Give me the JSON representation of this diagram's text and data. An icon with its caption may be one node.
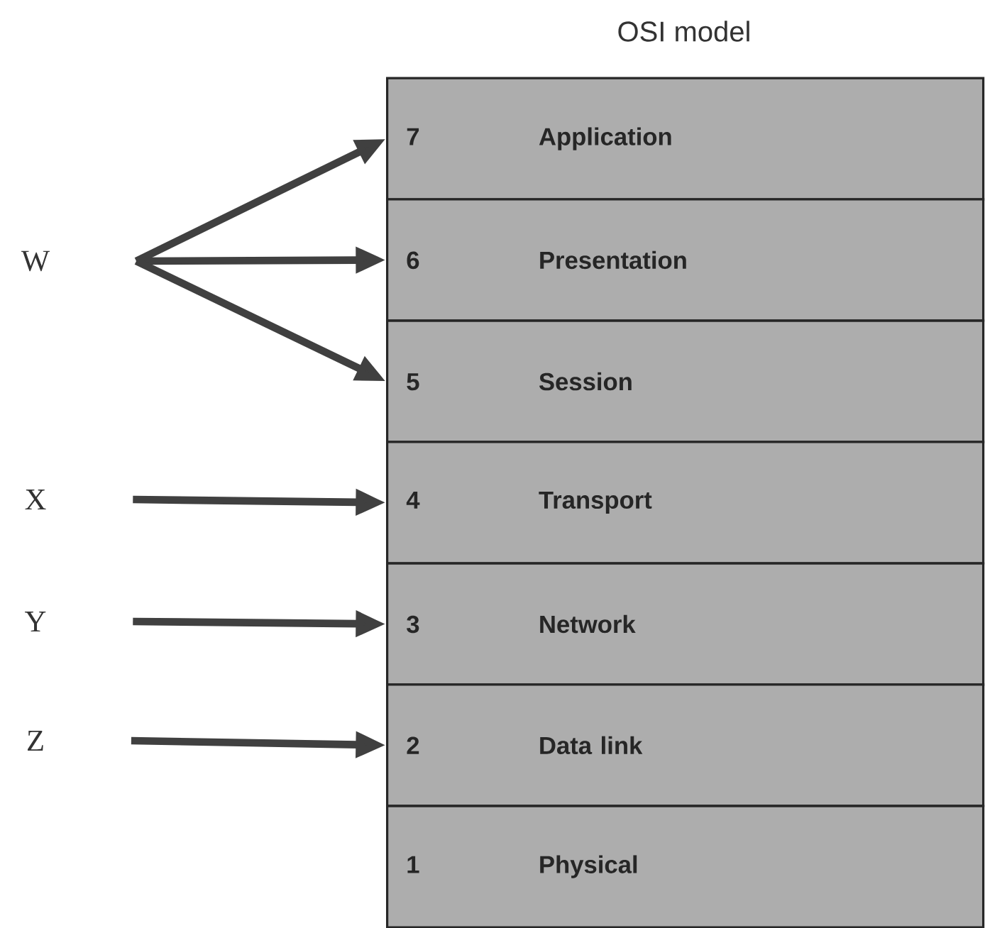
{
  "diagram": {
    "title": "OSI model",
    "nodes": [
      {
        "text": [
          "W"
        ]
      },
      {
        "text": [
          "X"
        ]
      },
      {
        "text": [
          "Y"
        ]
      },
      {
        "text": [
          "Z"
        ]
      },
      {
        "text": [
          "7",
          "Application"
        ]
      },
      {
        "text": [
          "6",
          "Presentation"
        ]
      },
      {
        "text": [
          "5",
          "Session"
        ]
      },
      {
        "text": [
          "4",
          "Transport"
        ]
      },
      {
        "text": [
          "3",
          "Network"
        ]
      },
      {
        "text": [
          "2",
          "Data link"
        ]
      },
      {
        "text": [
          "1",
          "Physical"
        ]
      }
    ],
    "edges": [
      {
        "from": 0,
        "to": 4,
        "arrow": "to"
      },
      {
        "from": 0,
        "to": 5,
        "arrow": "to"
      },
      {
        "from": 0,
        "to": 6,
        "arrow": "to"
      },
      {
        "from": 1,
        "to": 7,
        "arrow": "to"
      },
      {
        "from": 2,
        "to": 8,
        "arrow": "to"
      },
      {
        "from": 3,
        "to": 9,
        "arrow": "to"
      }
    ]
  }
}
